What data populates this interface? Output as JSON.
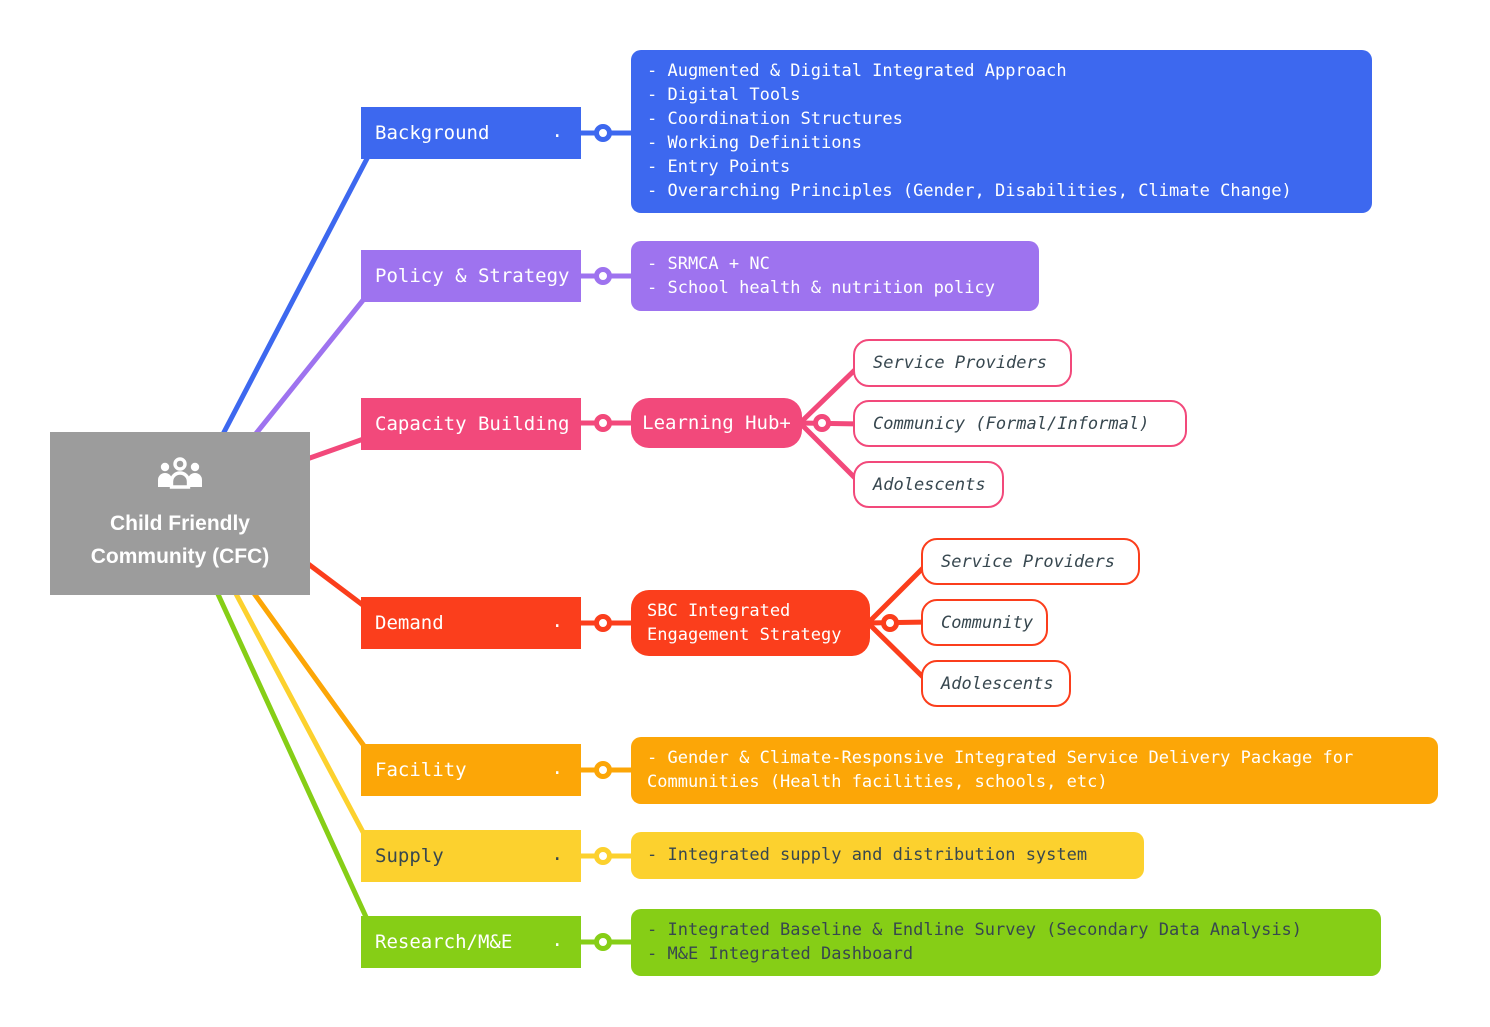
{
  "root": {
    "title_line1": "Child Friendly",
    "title_line2": "Community (CFC)",
    "icon": "people-group-icon",
    "color": "#9C9C9C"
  },
  "branches": [
    {
      "label": "Background",
      "dot": ".",
      "color": "#3D68EF",
      "content": {
        "lines": [
          "- Augmented & Digital Integrated Approach",
          "- Digital Tools",
          "- Coordination Structures",
          "- Working Definitions",
          "- Entry Points",
          "- Overarching Principles (Gender, Disabilities, Climate Change)"
        ]
      }
    },
    {
      "label": "Policy & Strategy",
      "color": "#9E73EF",
      "content": {
        "lines": [
          "- SRMCA + NC",
          "- School health & nutrition policy"
        ]
      }
    },
    {
      "label": "Capacity Building",
      "color": "#F2497B",
      "hub": {
        "label": "Learning Hub+"
      },
      "children": [
        {
          "label": "Service Providers"
        },
        {
          "label": "Communicy (Formal/Informal)"
        },
        {
          "label": "Adolescents"
        }
      ]
    },
    {
      "label": "Demand",
      "dot": ".",
      "color": "#FB3E1C",
      "hub": {
        "line1": "SBC Integrated",
        "line2": "Engagement Strategy"
      },
      "children": [
        {
          "label": "Service Providers"
        },
        {
          "label": "Community"
        },
        {
          "label": "Adolescents"
        }
      ]
    },
    {
      "label": "Facility",
      "dot": ".",
      "color": "#FCA607",
      "content": {
        "lines": [
          "- Gender & Climate-Responsive Integrated Service Delivery Package for",
          "Communities (Health facilities, schools, etc)"
        ]
      }
    },
    {
      "label": "Supply",
      "dot": ".",
      "color": "#FCD12E",
      "content": {
        "lines": [
          "- Integrated supply and distribution system"
        ]
      }
    },
    {
      "label": "Research/M&E",
      "dot": ".",
      "color": "#86CE16",
      "content": {
        "lines": [
          "- Integrated Baseline & Endline Survey (Secondary Data Analysis)",
          "- M&E Integrated Dashboard"
        ]
      }
    }
  ]
}
